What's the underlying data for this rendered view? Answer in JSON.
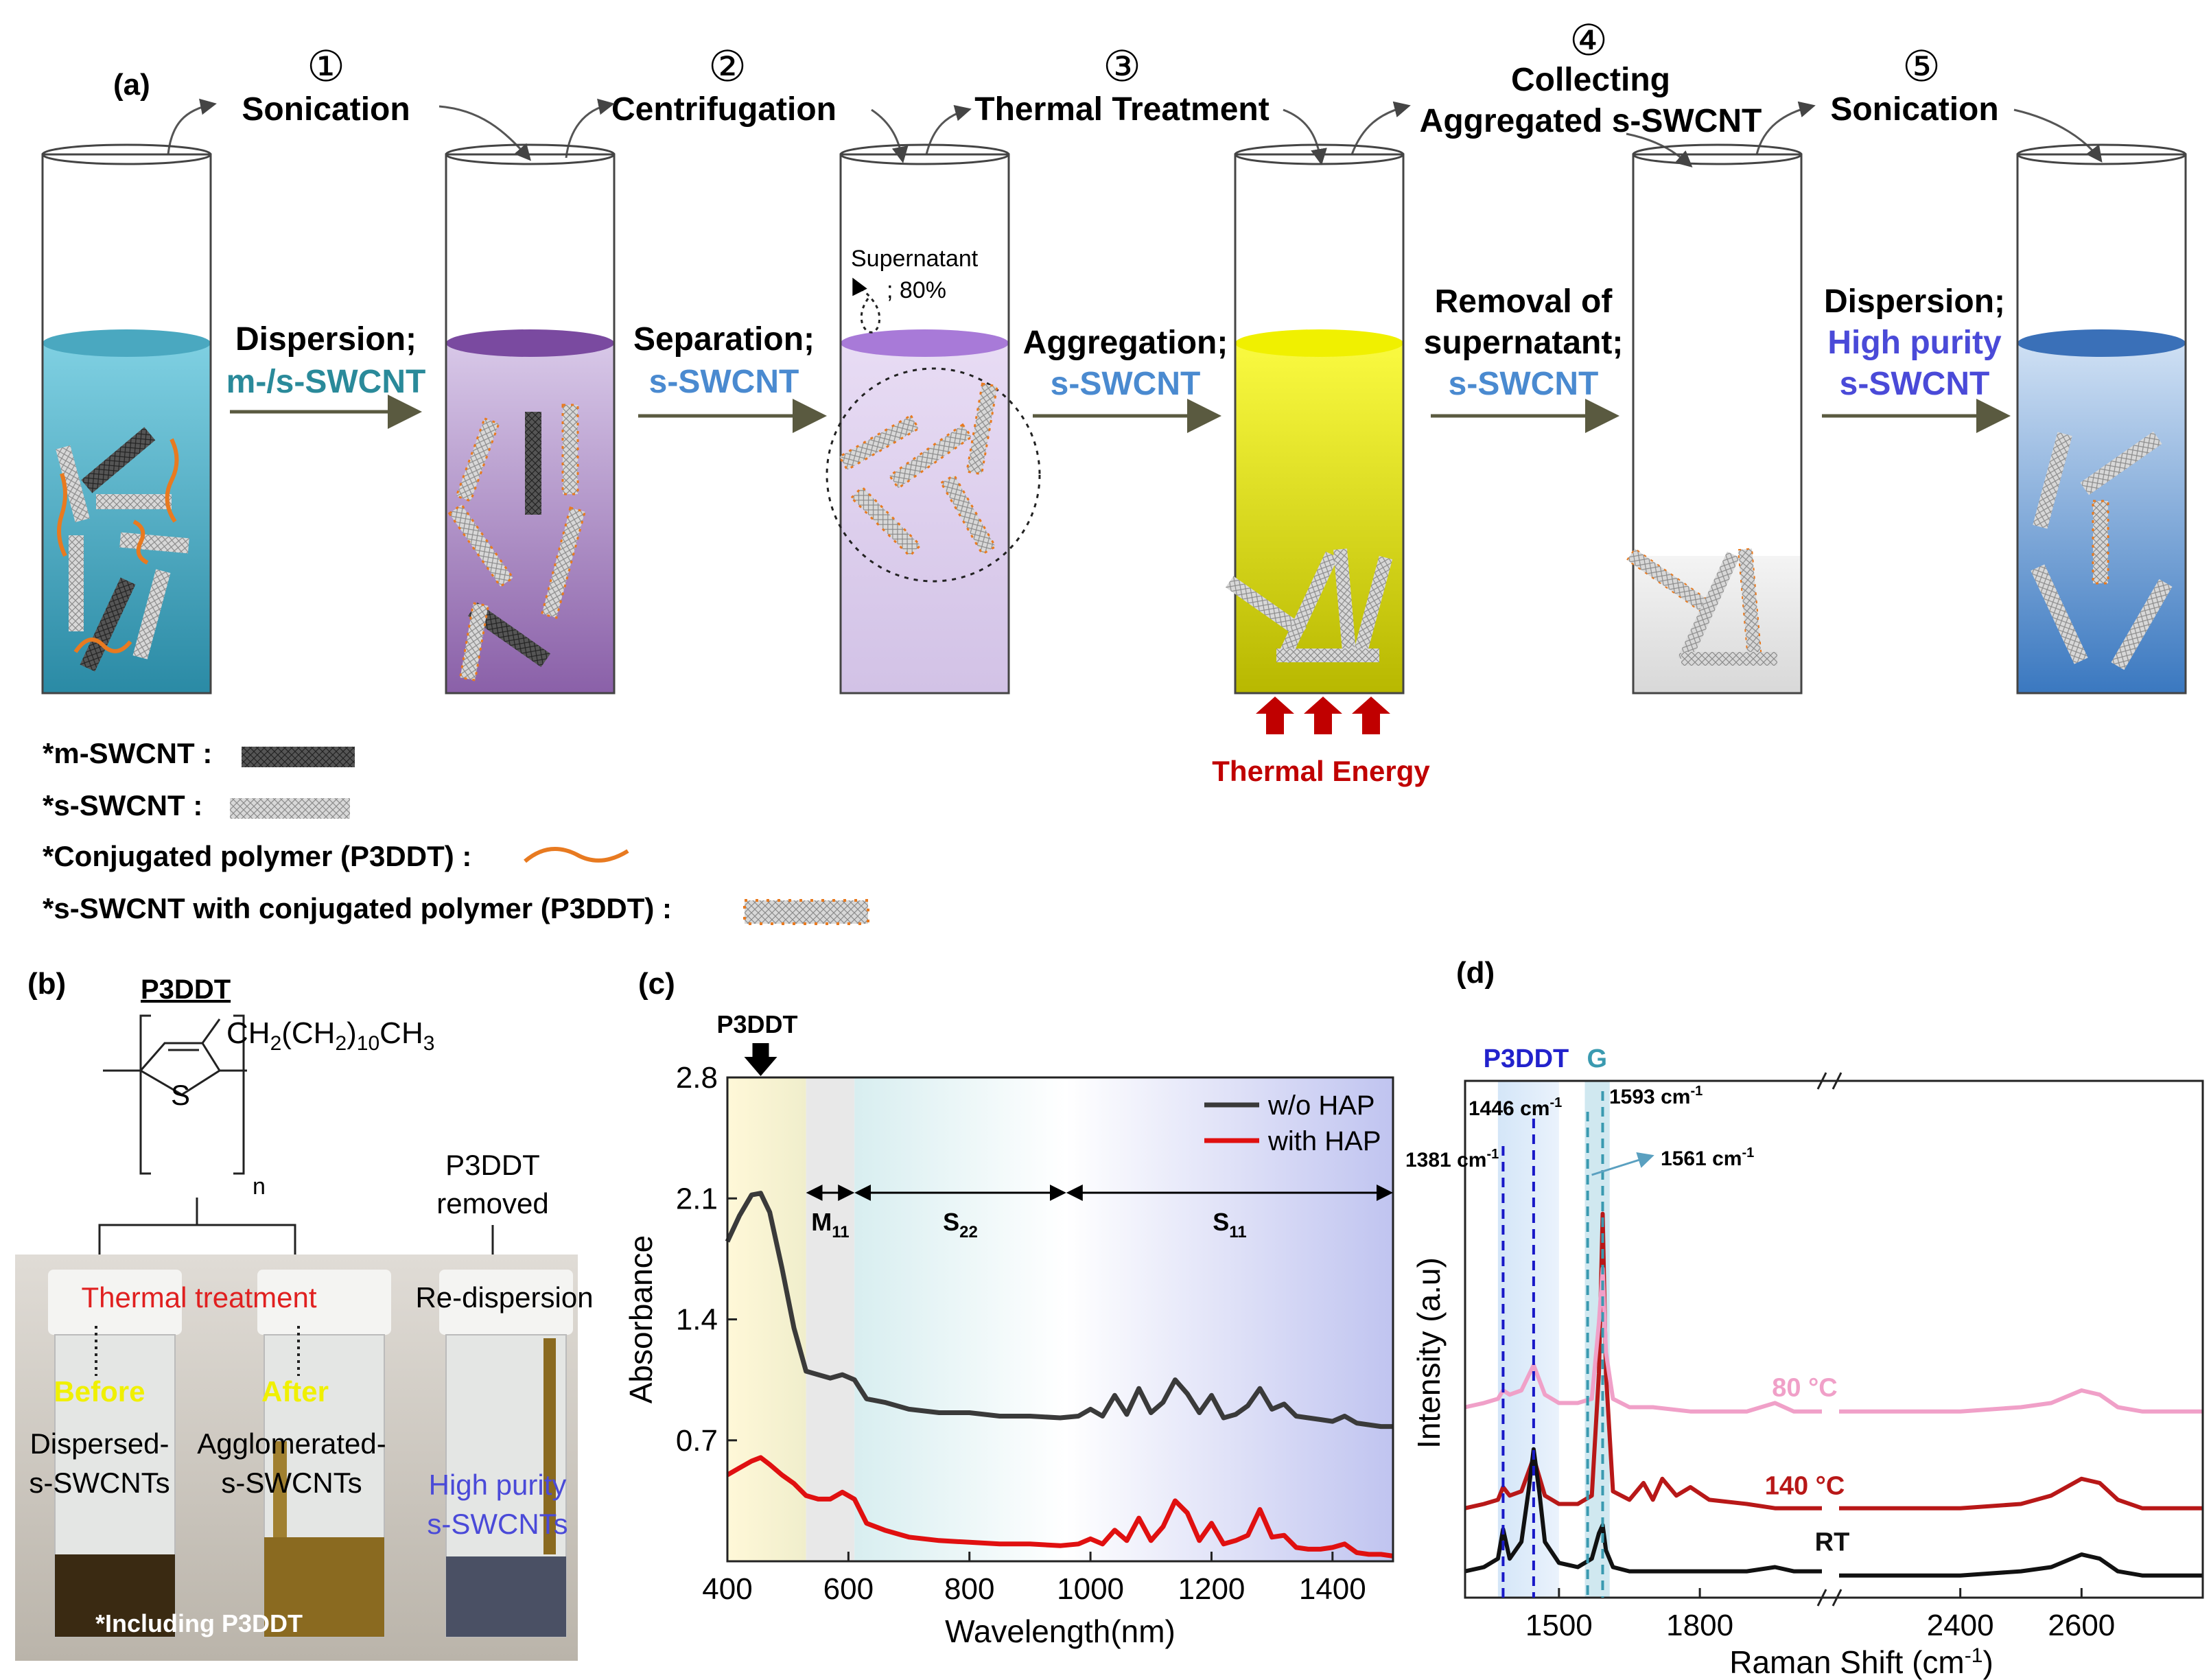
{
  "panel_labels": {
    "a": "(a)",
    "b": "(b)",
    "c": "(c)",
    "d": "(d)"
  },
  "colors": {
    "arrow": "#5a5a40",
    "teal_text": "#2a8a9a",
    "blue_text": "#4a8ad0",
    "purple_blue_text": "#4a4ad8",
    "thermal_red": "#c00000",
    "polymer_orange": "#e87a20"
  },
  "panel_a": {
    "steps": [
      {
        "num": "①",
        "label": "Sonication"
      },
      {
        "num": "②",
        "label": "Centrifugation"
      },
      {
        "num": "③",
        "label": "Thermal Treatment"
      },
      {
        "num": "④",
        "label_line1": "Collecting",
        "label_line2": "Aggregated s-SWCNT"
      },
      {
        "num": "⑤",
        "label": "Sonication"
      }
    ],
    "transitions": [
      {
        "line1": "Dispersion;",
        "line2": "m-/s-SWCNT"
      },
      {
        "line1": "Separation;",
        "line2": "s-SWCNT"
      },
      {
        "line1": "Aggregation;",
        "line2": "s-SWCNT"
      },
      {
        "line1": "Removal of",
        "line2": "supernatant;",
        "line3": "s-SWCNT"
      },
      {
        "line1": "Dispersion;",
        "line2": "High purity",
        "line3": "s-SWCNT"
      }
    ],
    "supernatant_line1": "Supernatant",
    "supernatant_line2": "; 80%",
    "thermal_energy": "Thermal Energy",
    "legend": [
      "*m-SWCNT :",
      "*s-SWCNT :",
      "*Conjugated polymer (P3DDT) :",
      "*s-SWCNT with conjugated polymer (P3DDT) :"
    ]
  },
  "panel_b": {
    "title": "P3DDT",
    "side_chain": "CH",
    "side_chain_sub1": "2",
    "side_chain_mid": "(CH",
    "side_chain_sub2": "2",
    "side_chain_end": ")",
    "side_chain_sub3": "10",
    "side_chain_tail": "CH",
    "side_chain_sub4": "3",
    "sulfur": "S",
    "repeat": "n",
    "thermal_treatment": "Thermal treatment",
    "removed_line1": "P3DDT",
    "removed_line2": "removed",
    "redispersion": "Re-dispersion",
    "before": "Before",
    "after": "After",
    "vial1_line1": "Dispersed-",
    "vial1_line2": "s-SWCNTs",
    "vial2_line1": "Agglomerated-",
    "vial2_line2": "s-SWCNTs",
    "vial3_line1": "High purity",
    "vial3_line2": "s-SWCNTs",
    "including": "*Including P3DDT"
  },
  "chart_data": [
    {
      "type": "line",
      "panel": "c",
      "xlabel": "Wavelength(nm)",
      "ylabel": "Absorbance",
      "xlim": [
        400,
        1500
      ],
      "ylim": [
        0,
        2.8
      ],
      "xticks": [
        400,
        600,
        800,
        1000,
        1200,
        1400
      ],
      "yticks": [
        0.7,
        1.4,
        2.1,
        2.8
      ],
      "legend_position": "top-right",
      "regions": [
        {
          "label": "P3DDT",
          "from": 400,
          "to": 530
        },
        {
          "label": "M",
          "sub": "11",
          "from": 530,
          "to": 610
        },
        {
          "label": "S",
          "sub": "22",
          "from": 610,
          "to": 960
        },
        {
          "label": "S",
          "sub": "11",
          "from": 960,
          "to": 1500
        }
      ],
      "annotation": "P3DDT",
      "series": [
        {
          "name": "w/o HAP",
          "color": "#3a3a3a",
          "x": [
            400,
            420,
            440,
            455,
            470,
            490,
            510,
            530,
            550,
            570,
            590,
            610,
            630,
            660,
            700,
            750,
            800,
            850,
            900,
            950,
            980,
            1000,
            1020,
            1040,
            1060,
            1080,
            1100,
            1120,
            1140,
            1160,
            1180,
            1200,
            1220,
            1240,
            1260,
            1280,
            1300,
            1320,
            1340,
            1360,
            1380,
            1400,
            1420,
            1440,
            1460,
            1480,
            1500
          ],
          "y": [
            1.85,
            2.0,
            2.12,
            2.13,
            2.02,
            1.7,
            1.35,
            1.1,
            1.08,
            1.06,
            1.08,
            1.05,
            0.94,
            0.92,
            0.88,
            0.86,
            0.86,
            0.84,
            0.84,
            0.83,
            0.84,
            0.88,
            0.84,
            0.96,
            0.85,
            1.0,
            0.86,
            0.92,
            1.05,
            0.97,
            0.86,
            0.96,
            0.83,
            0.85,
            0.9,
            1.0,
            0.88,
            0.91,
            0.84,
            0.83,
            0.82,
            0.81,
            0.84,
            0.8,
            0.79,
            0.78,
            0.78
          ]
        },
        {
          "name": "with HAP",
          "color": "#e01010",
          "x": [
            400,
            420,
            440,
            455,
            470,
            490,
            510,
            530,
            550,
            570,
            590,
            610,
            630,
            660,
            700,
            750,
            800,
            850,
            900,
            950,
            980,
            1000,
            1020,
            1040,
            1060,
            1080,
            1100,
            1120,
            1140,
            1160,
            1180,
            1200,
            1220,
            1240,
            1260,
            1280,
            1300,
            1320,
            1340,
            1360,
            1380,
            1400,
            1420,
            1440,
            1460,
            1480,
            1500
          ],
          "y": [
            0.5,
            0.54,
            0.58,
            0.6,
            0.56,
            0.5,
            0.45,
            0.38,
            0.36,
            0.36,
            0.4,
            0.36,
            0.22,
            0.18,
            0.14,
            0.12,
            0.11,
            0.1,
            0.1,
            0.09,
            0.1,
            0.13,
            0.1,
            0.18,
            0.12,
            0.25,
            0.12,
            0.2,
            0.35,
            0.28,
            0.12,
            0.22,
            0.1,
            0.12,
            0.15,
            0.3,
            0.14,
            0.15,
            0.08,
            0.07,
            0.07,
            0.08,
            0.1,
            0.05,
            0.04,
            0.04,
            0.03
          ]
        }
      ]
    },
    {
      "type": "line",
      "panel": "d",
      "xlabel": "Raman Shift (cm",
      "xlabel_sup": "-1",
      "xlabel_end": ")",
      "ylabel": "Intensity (a.u)",
      "xticks": [
        1500,
        1800,
        2400,
        2600
      ],
      "axis_break": true,
      "band_labels": [
        "P3DDT",
        "G"
      ],
      "peak_labels": [
        {
          "text": "1381 cm",
          "sup": "-1",
          "x": 1381
        },
        {
          "text": "1446 cm",
          "sup": "-1",
          "x": 1446
        },
        {
          "text": "1593 cm",
          "sup": "-1",
          "x": 1593
        },
        {
          "text": "1561 cm",
          "sup": "-1",
          "x": 1561
        }
      ],
      "series": [
        {
          "name": "140 °C",
          "color": "#b81818",
          "x": [
            1300,
            1340,
            1370,
            1381,
            1395,
            1420,
            1446,
            1470,
            1500,
            1540,
            1570,
            1585,
            1593,
            1600,
            1615,
            1650,
            1680,
            1700,
            1720,
            1750,
            1780,
            1820,
            1900,
            1960,
            2000,
            2060
          ],
          "y": [
            0.18,
            0.19,
            0.2,
            0.23,
            0.21,
            0.22,
            0.3,
            0.21,
            0.19,
            0.19,
            0.21,
            0.5,
            0.88,
            0.5,
            0.22,
            0.2,
            0.24,
            0.2,
            0.25,
            0.21,
            0.23,
            0.2,
            0.19,
            0.18,
            0.18,
            0.18
          ]
        },
        {
          "name": "80 °C",
          "color": "#f0a0c8",
          "x": [
            1300,
            1340,
            1370,
            1381,
            1395,
            1420,
            1446,
            1470,
            1500,
            1540,
            1570,
            1585,
            1593,
            1600,
            1615,
            1650,
            1700,
            1780,
            1900,
            1960,
            2000,
            2060
          ],
          "y": [
            0.42,
            0.43,
            0.44,
            0.46,
            0.45,
            0.46,
            0.52,
            0.45,
            0.43,
            0.43,
            0.44,
            0.62,
            0.75,
            0.55,
            0.44,
            0.42,
            0.42,
            0.41,
            0.41,
            0.43,
            0.41,
            0.41
          ]
        },
        {
          "name": "RT",
          "color": "#111111",
          "x": [
            1300,
            1340,
            1370,
            1381,
            1395,
            1420,
            1435,
            1446,
            1458,
            1470,
            1500,
            1540,
            1570,
            1585,
            1593,
            1600,
            1615,
            1650,
            1700,
            1780,
            1900,
            1960,
            2000,
            2060
          ],
          "y": [
            0.03,
            0.04,
            0.06,
            0.13,
            0.06,
            0.1,
            0.22,
            0.32,
            0.22,
            0.1,
            0.05,
            0.04,
            0.06,
            0.12,
            0.14,
            0.08,
            0.04,
            0.03,
            0.03,
            0.03,
            0.03,
            0.04,
            0.03,
            0.03
          ]
        }
      ],
      "right_segment": {
        "x": [
          2200,
          2300,
          2400,
          2500,
          2550,
          2600,
          2630,
          2660,
          2700,
          2750,
          2800
        ],
        "y140": [
          0.18,
          0.18,
          0.18,
          0.19,
          0.21,
          0.25,
          0.24,
          0.2,
          0.18,
          0.18,
          0.18
        ],
        "y80": [
          0.41,
          0.41,
          0.41,
          0.42,
          0.43,
          0.46,
          0.45,
          0.42,
          0.41,
          0.41,
          0.41
        ],
        "yRT": [
          0.02,
          0.02,
          0.02,
          0.03,
          0.04,
          0.07,
          0.06,
          0.03,
          0.02,
          0.02,
          0.02
        ]
      }
    }
  ]
}
